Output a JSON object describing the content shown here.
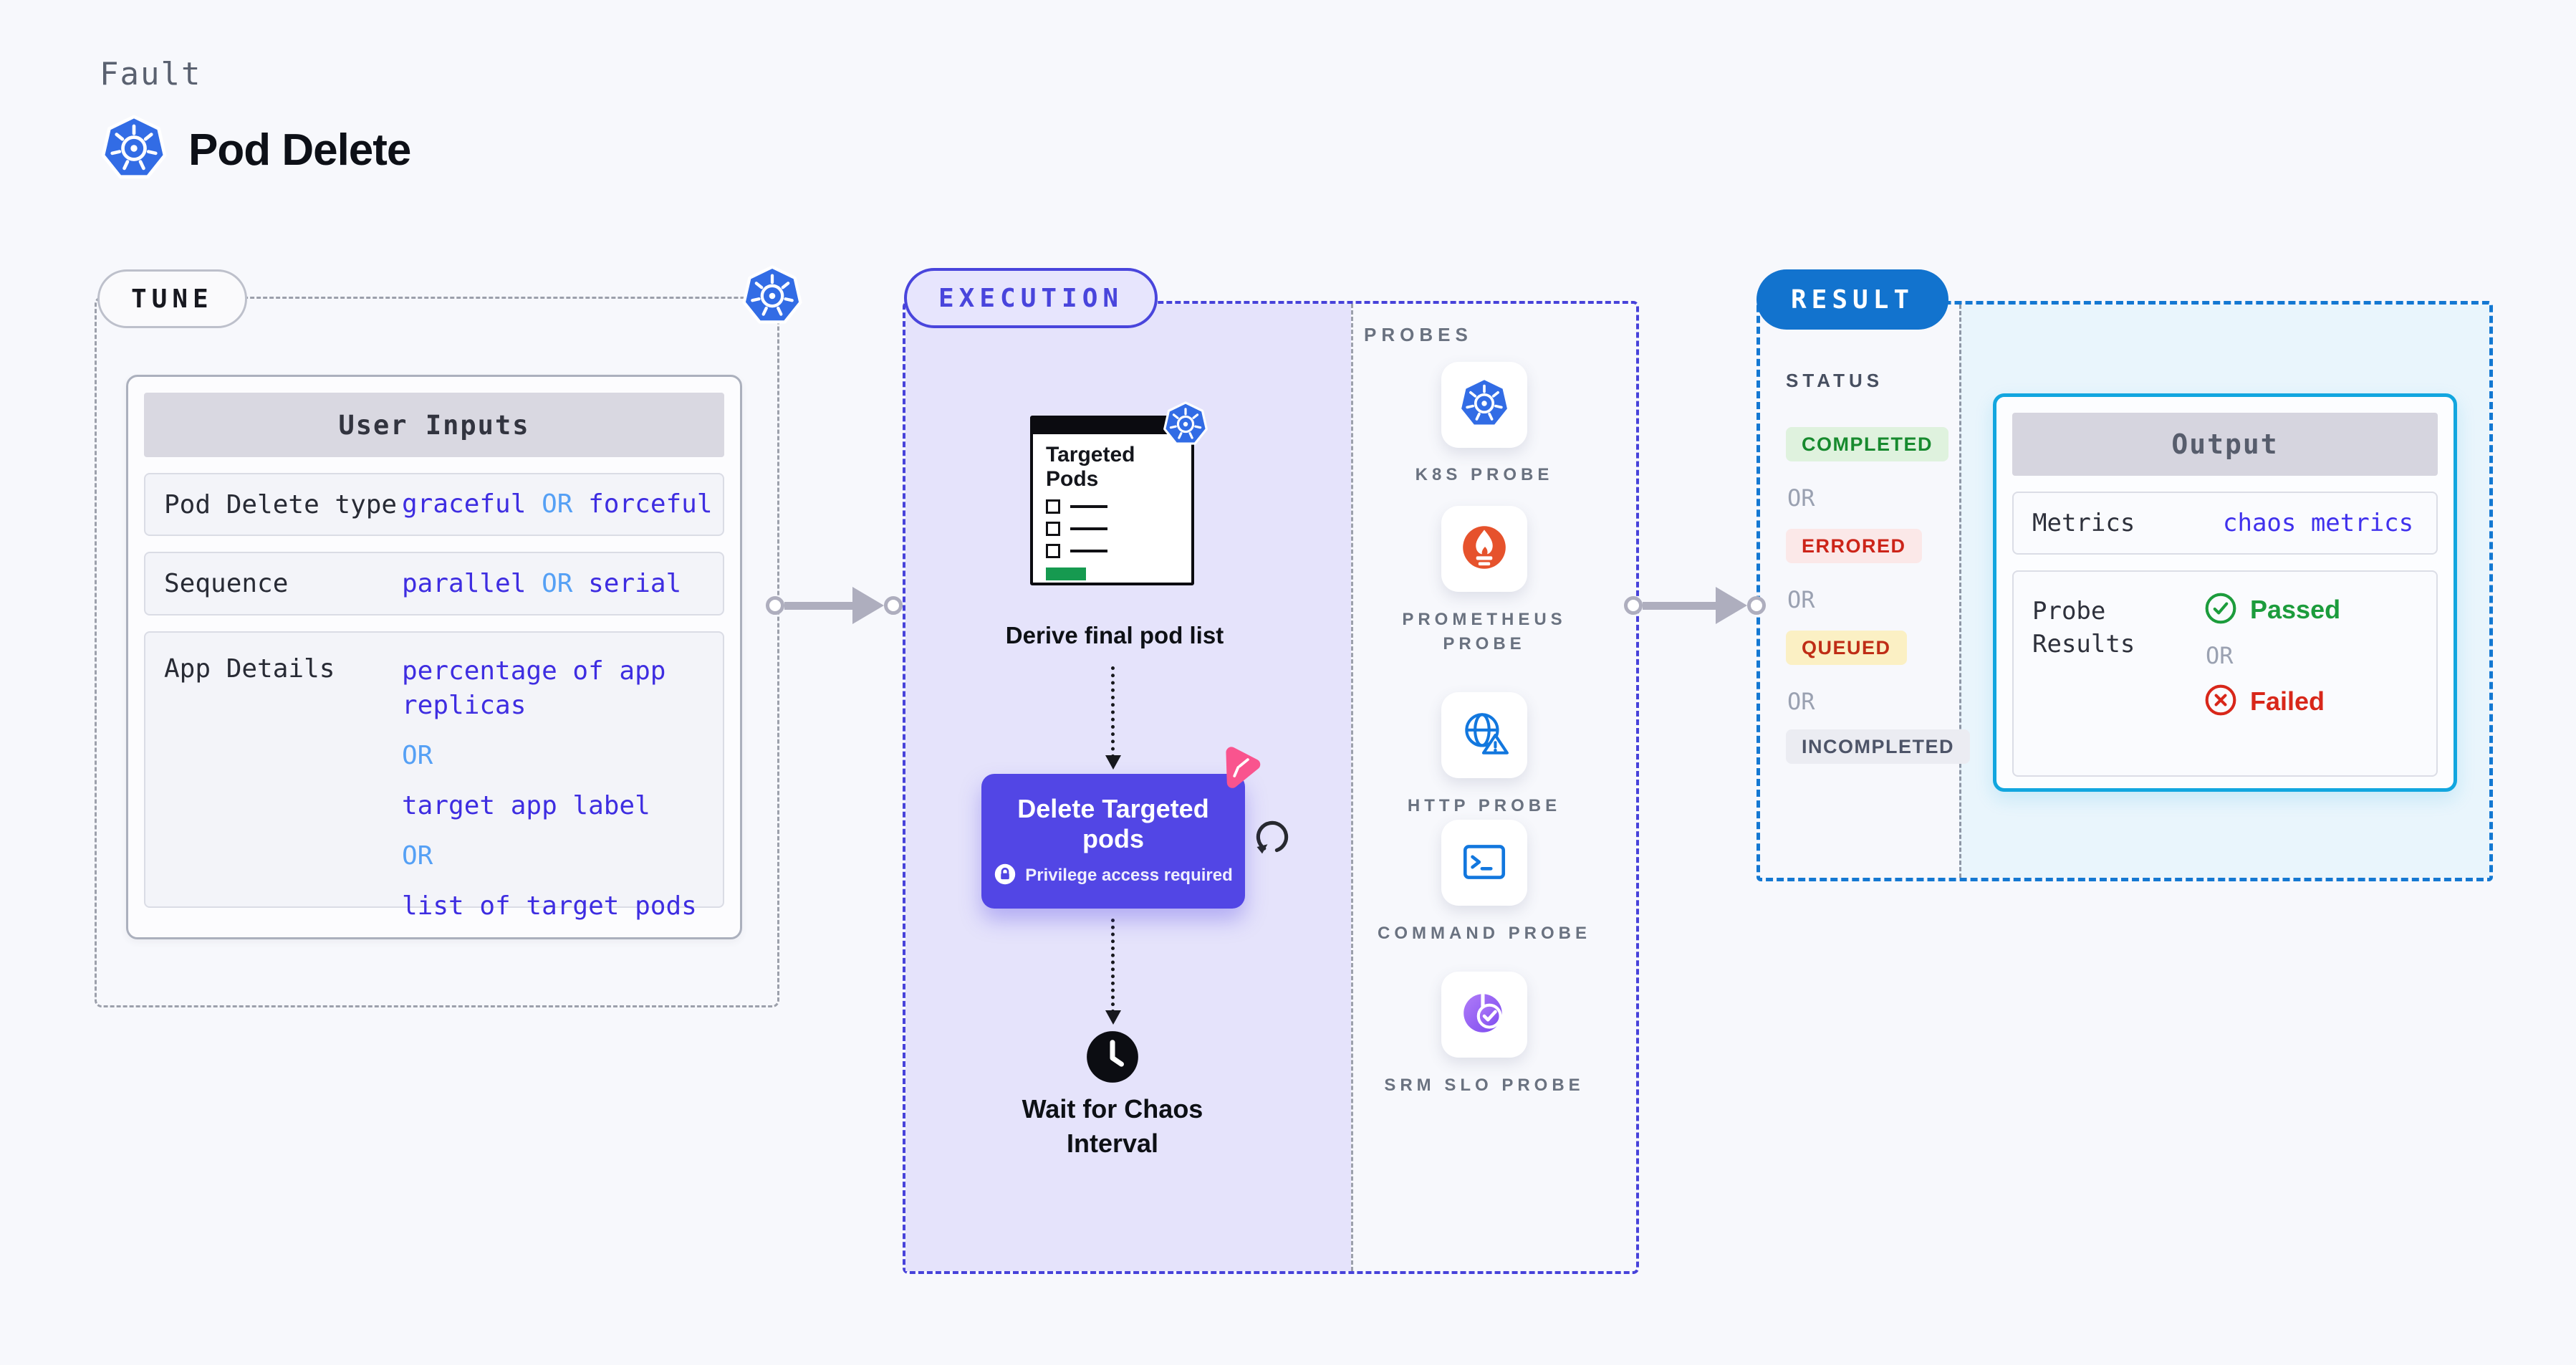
{
  "header": {
    "eyebrow": "Fault",
    "title": "Pod Delete"
  },
  "tune": {
    "pill": "TUNE",
    "table_header": "User Inputs",
    "rows": [
      {
        "label": "Pod Delete type",
        "v1": "graceful",
        "or": "OR",
        "v2": "forceful"
      },
      {
        "label": "Sequence",
        "v1": "parallel",
        "or": "OR",
        "v2": "serial"
      },
      {
        "label": "App Details",
        "lines": [
          "percentage of app replicas",
          "OR",
          "target app label",
          "OR",
          "list of target pods"
        ]
      }
    ]
  },
  "execution": {
    "pill": "EXECUTION",
    "card_title": "Targeted Pods",
    "derive_label": "Derive final pod list",
    "delete_button": {
      "label": "Delete Targeted pods",
      "note": "Privilege access required"
    },
    "wait_label": "Wait for Chaos Interval",
    "probes_heading": "PROBES",
    "probes": [
      {
        "label": "K8S PROBE",
        "icon": "kubernetes-icon"
      },
      {
        "label": "PROMETHEUS PROBE",
        "icon": "prometheus-icon"
      },
      {
        "label": "HTTP PROBE",
        "icon": "http-globe-icon"
      },
      {
        "label": "COMMAND PROBE",
        "icon": "terminal-icon"
      },
      {
        "label": "SRM SLO PROBE",
        "icon": "slo-pie-icon"
      }
    ]
  },
  "result": {
    "pill": "RESULT",
    "status_heading": "STATUS",
    "or": "OR",
    "statuses": [
      {
        "label": "COMPLETED",
        "fg": "#178A2E",
        "bg": "#DFF2DE"
      },
      {
        "label": "ERRORED",
        "fg": "#CC2419",
        "bg": "#FBE8E8"
      },
      {
        "label": "QUEUED",
        "fg": "#BF2D16",
        "bg": "#FBF0C4"
      },
      {
        "label": "INCOMPLETED",
        "fg": "#4D5468",
        "bg": "#EBECF2"
      }
    ],
    "output": {
      "header": "Output",
      "metrics_label": "Metrics",
      "metrics_value": "chaos metrics",
      "probe_results_label": "Probe Results",
      "passed": "Passed",
      "failed": "Failed"
    }
  },
  "colors": {
    "kubernetes_blue": "#326CE5",
    "execution_accent": "#4945DC",
    "result_accent": "#1273CE",
    "output_border": "#12A6DF",
    "value_violet": "#3E2DE1",
    "or_blue": "#55A0F5",
    "passed_green": "#1C9C3C",
    "failed_red": "#D8271A",
    "prometheus_orange": "#E6522C",
    "srm_purple": "#8A5CF2",
    "chaos_pink": "#F9548E",
    "delete_button_bg": "#5246E5"
  }
}
